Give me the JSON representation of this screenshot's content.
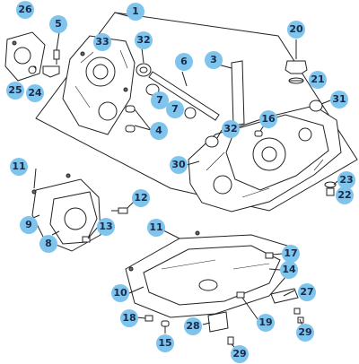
{
  "diagram": {
    "accent_color": "#7fc4ec",
    "callouts": [
      {
        "id": "c1",
        "label": "1"
      },
      {
        "id": "c3",
        "label": "3"
      },
      {
        "id": "c4",
        "label": "4"
      },
      {
        "id": "c5",
        "label": "5"
      },
      {
        "id": "c6",
        "label": "6"
      },
      {
        "id": "c7a",
        "label": "7"
      },
      {
        "id": "c7b",
        "label": "7"
      },
      {
        "id": "c8",
        "label": "8"
      },
      {
        "id": "c9",
        "label": "9"
      },
      {
        "id": "c10",
        "label": "10"
      },
      {
        "id": "c11a",
        "label": "11"
      },
      {
        "id": "c11b",
        "label": "11"
      },
      {
        "id": "c12",
        "label": "12"
      },
      {
        "id": "c13",
        "label": "13"
      },
      {
        "id": "c14",
        "label": "14"
      },
      {
        "id": "c15",
        "label": "15"
      },
      {
        "id": "c16",
        "label": "16"
      },
      {
        "id": "c17",
        "label": "17"
      },
      {
        "id": "c18",
        "label": "18"
      },
      {
        "id": "c19",
        "label": "19"
      },
      {
        "id": "c20",
        "label": "20"
      },
      {
        "id": "c21",
        "label": "21"
      },
      {
        "id": "c22",
        "label": "22"
      },
      {
        "id": "c23",
        "label": "23"
      },
      {
        "id": "c24",
        "label": "24"
      },
      {
        "id": "c25",
        "label": "25"
      },
      {
        "id": "c26",
        "label": "26"
      },
      {
        "id": "c27",
        "label": "27"
      },
      {
        "id": "c28",
        "label": "28"
      },
      {
        "id": "c29a",
        "label": "29"
      },
      {
        "id": "c29b",
        "label": "29"
      },
      {
        "id": "c30",
        "label": "30"
      },
      {
        "id": "c31",
        "label": "31"
      },
      {
        "id": "c32a",
        "label": "32"
      },
      {
        "id": "c32b",
        "label": "32"
      },
      {
        "id": "c33",
        "label": "33"
      }
    ]
  }
}
